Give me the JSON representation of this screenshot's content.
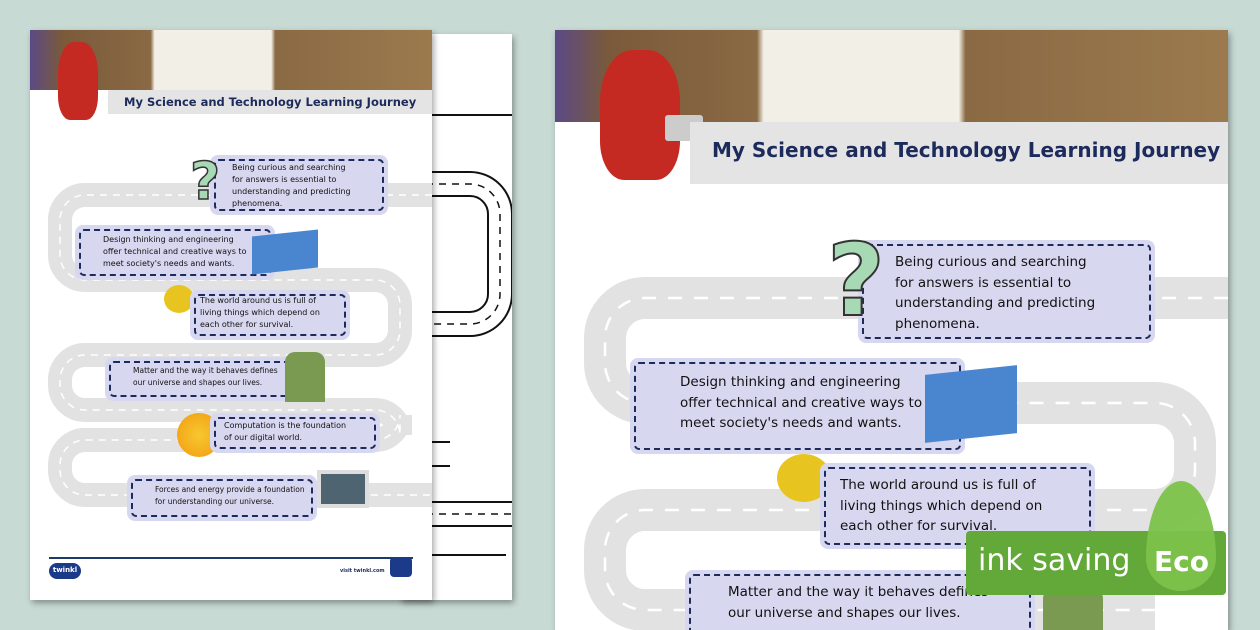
{
  "title": "My Science and Technology Learning Journey",
  "cards": [
    "Being curious and searching\nfor answers is essential to\nunderstanding and predicting\nphenomena.",
    "Design thinking and engineering\noffer technical and creative ways to\nmeet society's needs and wants.",
    "The world around us is full of\nliving things which depend on\neach other for survival.",
    "Matter and the way it behaves defines\nour universe and shapes our lives.",
    "Computation is the foundation\nof our digital world.",
    "Forces and energy provide a foundation\nfor understanding our universe."
  ],
  "footer": {
    "logo": "twinkl",
    "visit": "visit twinkl.com"
  },
  "badge": {
    "text": "ink saving",
    "eco": "Eco"
  },
  "colors": {
    "background": "#c8dad4",
    "card": "#d8d7f0",
    "title": "#1c2a5c",
    "eco": "#63a93a"
  }
}
